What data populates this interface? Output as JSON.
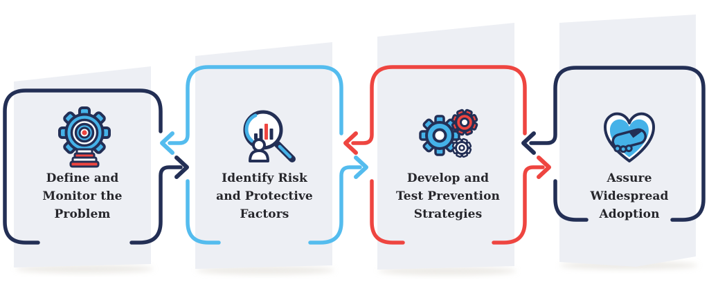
{
  "theme": {
    "navy": "#232f55",
    "blue": "#54bcee",
    "red": "#ee4540",
    "icon-blue": "#45b2e8",
    "card-bg": "#edeff4",
    "text": "#26262b",
    "page-bg": "#ffffff"
  },
  "steps": [
    {
      "id": 1,
      "accent": "navy",
      "icon": "gear-lightbulb-icon",
      "lines": [
        "Define and",
        "Monitor the",
        "Problem"
      ]
    },
    {
      "id": 2,
      "accent": "blue",
      "icon": "magnifier-chart-icon",
      "lines": [
        "Identify Risk",
        "and Protective",
        "Factors"
      ]
    },
    {
      "id": 3,
      "accent": "red",
      "icon": "gears-icon",
      "lines": [
        "Develop and",
        "Test Prevention",
        "Strategies"
      ]
    },
    {
      "id": 4,
      "accent": "navy",
      "icon": "heart-handshake-icon",
      "lines": [
        "Assure",
        "Widespread",
        "Adoption"
      ]
    }
  ],
  "connections": [
    {
      "from": 2,
      "to": 1,
      "direction": "left",
      "color": "blue"
    },
    {
      "from": 1,
      "to": 2,
      "direction": "right",
      "color": "navy"
    },
    {
      "from": 3,
      "to": 2,
      "direction": "left",
      "color": "red"
    },
    {
      "from": 2,
      "to": 3,
      "direction": "right",
      "color": "blue"
    },
    {
      "from": 4,
      "to": 3,
      "direction": "left",
      "color": "navy"
    },
    {
      "from": 3,
      "to": 4,
      "direction": "right",
      "color": "red"
    }
  ]
}
